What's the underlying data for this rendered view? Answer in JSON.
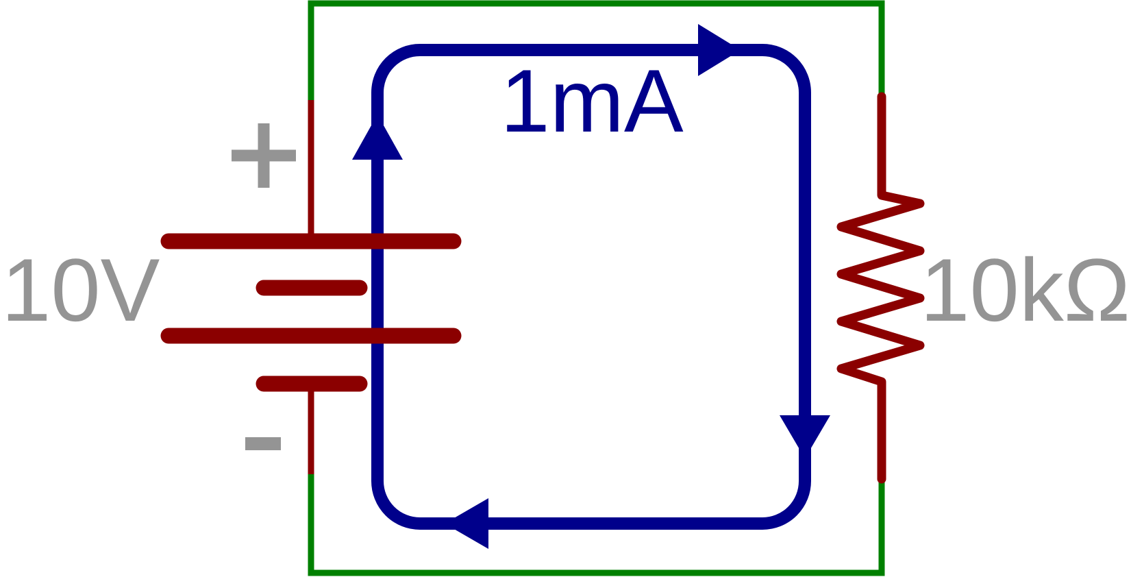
{
  "colors": {
    "wire_green": "#008000",
    "component_red": "#8b0000",
    "current_blue": "#00008b",
    "label_gray": "#949494",
    "background": "#ffffff"
  },
  "battery": {
    "voltage_label": "10V",
    "plus_label": "+",
    "minus_label": "-"
  },
  "resistor": {
    "value_label": "10kΩ"
  },
  "current_loop": {
    "label": "1mA",
    "direction": "clockwise"
  }
}
